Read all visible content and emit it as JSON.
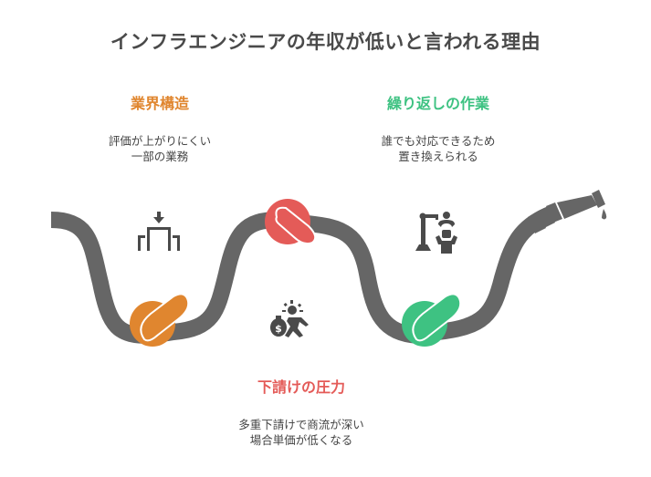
{
  "title": "インフラエンジニアの年収が低いと言われる理由",
  "colors": {
    "hose": "#666666",
    "structure": "#E0862F",
    "subcontract": "#E45B58",
    "repetitive": "#3EC282",
    "title": "#4A4A4A",
    "text": "#444444",
    "icon": "#4A4A4A"
  },
  "items": [
    {
      "id": "structure",
      "heading": "業界構造",
      "desc_lines": [
        "評価が上がりにくい",
        "一部の業務"
      ],
      "icon": "hierarchy-icon",
      "knot": "orange-knot"
    },
    {
      "id": "subcontract",
      "heading": "下請けの圧力",
      "desc_lines": [
        "多重下請けで商流が深い",
        "場合単価が低くなる"
      ],
      "icon": "money-bag-runner-icon",
      "knot": "red-knot"
    },
    {
      "id": "repetitive",
      "heading": "繰り返しの作業",
      "desc_lines": [
        "誰でも対応できるため",
        "置き換えられる"
      ],
      "icon": "robot-arm-worker-icon",
      "knot": "green-knot"
    }
  ]
}
